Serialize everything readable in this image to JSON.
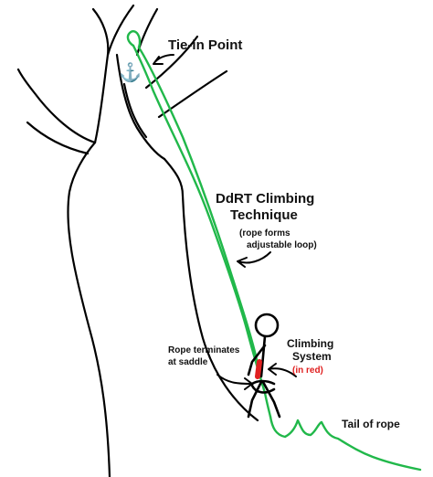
{
  "labels": {
    "tie_in": "Tie-in Point",
    "technique_line1": "DdRT Climbing",
    "technique_line2": "Technique",
    "loop_note_line1": "(rope forms",
    "loop_note_line2": "adjustable loop)",
    "rope_terminates_line1": "Rope terminates",
    "rope_terminates_line2": "at saddle",
    "system_line1": "Climbing",
    "system_line2": "System",
    "system_note": "(in red)",
    "tail": "Tail of rope"
  },
  "icons": {
    "anchor": "⚓"
  },
  "colors": {
    "rope": "#21b84a",
    "climbing_system": "#e02020",
    "note_red": "#e02020",
    "ink": "#000000"
  }
}
